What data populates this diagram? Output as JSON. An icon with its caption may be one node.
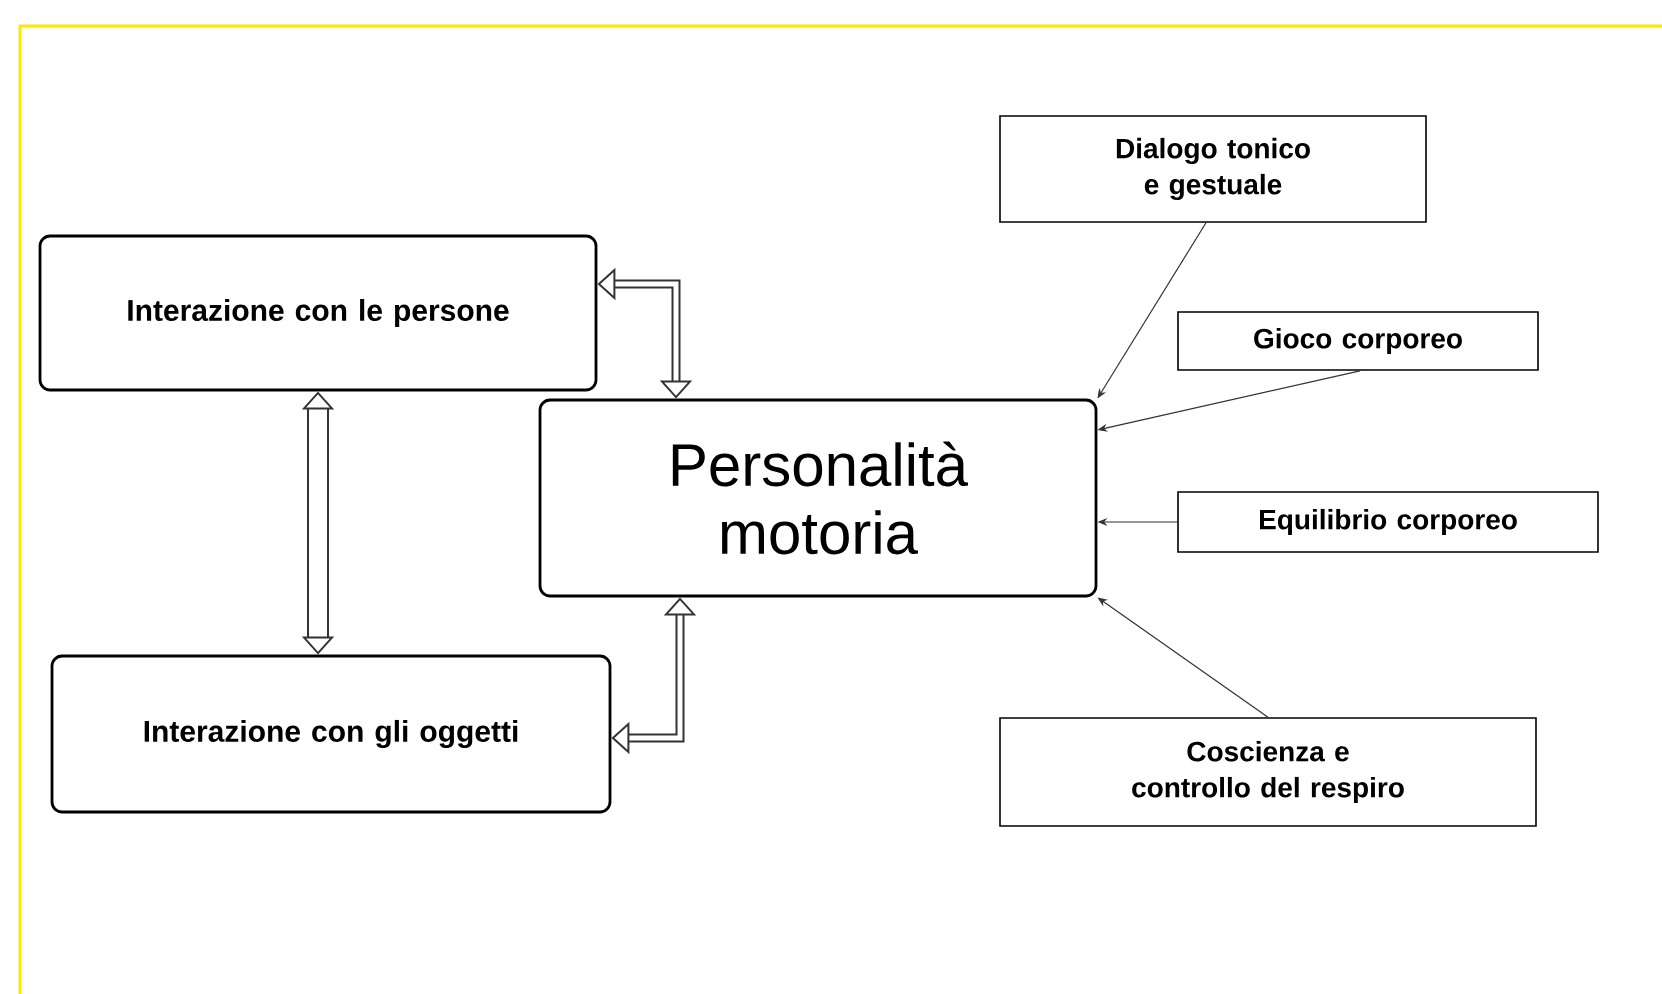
{
  "diagram": {
    "nodes": [
      {
        "text": [
          "Interazione con le persone"
        ]
      },
      {
        "text": [
          "Interazione con gli oggetti"
        ]
      },
      {
        "text": [
          "Personalità motoria"
        ]
      },
      {
        "text": [
          "Dialogo tonico e gestuale"
        ]
      },
      {
        "text": [
          "Gioco corporeo"
        ]
      },
      {
        "text": [
          "Equilibrio corporeo"
        ]
      },
      {
        "text": [
          "Coscienza e controllo del respiro"
        ]
      }
    ],
    "edges": [
      {
        "from": 0,
        "to": 2,
        "arrow": "both",
        "style": "thick"
      },
      {
        "from": 0,
        "to": 1,
        "arrow": "both",
        "style": "thick"
      },
      {
        "from": 1,
        "to": 2,
        "arrow": "both",
        "style": "thick"
      },
      {
        "from": 3,
        "to": 2,
        "arrow": "to"
      },
      {
        "from": 4,
        "to": 2,
        "arrow": "to"
      },
      {
        "from": 5,
        "to": 2,
        "arrow": "to"
      },
      {
        "from": 6,
        "to": 2,
        "arrow": "to"
      }
    ]
  }
}
